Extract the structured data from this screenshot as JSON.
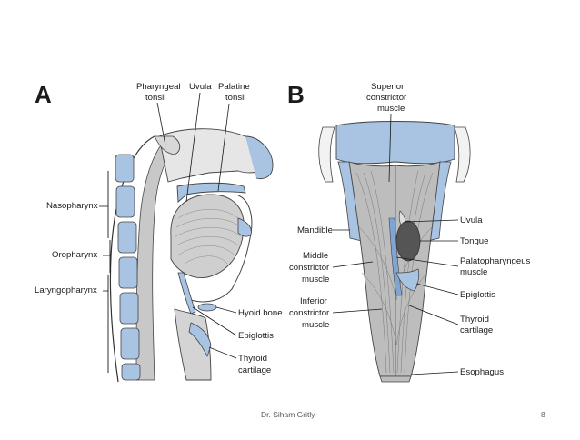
{
  "colors": {
    "mucosa_blue": "#a9c4e2",
    "mucosa_blue_dark": "#7fa6d2",
    "muscle_gray": "#b9b9b9",
    "muscle_dark": "#8f8f8f",
    "line": "#1a1a1a"
  },
  "panel_a": {
    "letter": "A",
    "labels": {
      "pharyngeal_tonsil": [
        "Pharyngeal",
        "tonsil"
      ],
      "uvula": "Uvula",
      "palatine_tonsil": [
        "Palatine",
        "tonsil"
      ],
      "nasopharynx": "Nasopharynx",
      "oropharynx": "Oropharynx",
      "laryngopharynx": "Laryngopharynx",
      "hyoid_bone": "Hyoid bone",
      "epiglottis": "Epiglottis",
      "thyroid_cartilage": [
        "Thyroid",
        "cartilage"
      ]
    }
  },
  "panel_b": {
    "letter": "B",
    "labels": {
      "superior_constrictor": [
        "Superior",
        "constrictor",
        "muscle"
      ],
      "mandible": "Mandible",
      "middle_constrictor": [
        "Middle",
        "constrictor",
        "muscle"
      ],
      "inferior_constrictor": [
        "Inferior",
        "constrictor",
        "muscle"
      ],
      "uvula": "Uvula",
      "tongue": "Tongue",
      "palatopharyngeus": [
        "Palatopharyngeus",
        "muscle"
      ],
      "epiglottis": "Epiglottis",
      "thyroid_cartilage": [
        "Thyroid",
        "cartilage"
      ],
      "esophagus": "Esophagus"
    }
  },
  "footer": {
    "author": "Dr. Siham Gritly",
    "page_number": "8"
  }
}
